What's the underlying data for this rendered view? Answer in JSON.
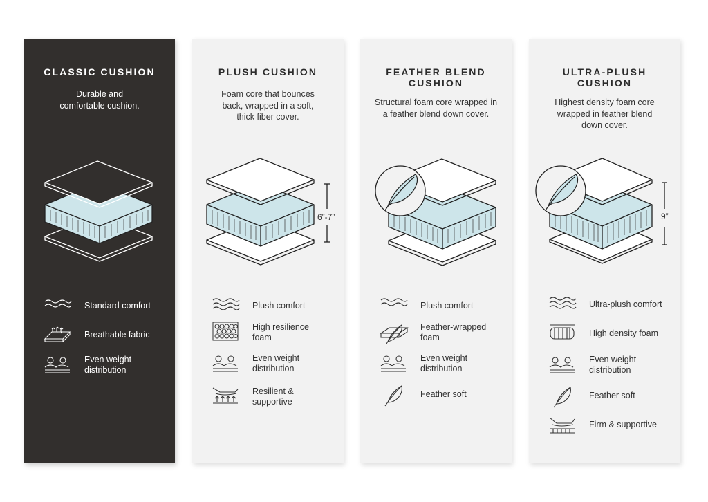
{
  "colors": {
    "dark_panel": "#322f2d",
    "light_panel": "#f2f2f2",
    "foam_fill": "#cde5ea",
    "line_dark": "#222222",
    "line_light": "#ffffff"
  },
  "cards": [
    {
      "title": "CLASSIC CUSHION",
      "description": "Durable and\ncomfortable cushion.",
      "features": [
        {
          "icon": "wave-icon",
          "label": "Standard comfort"
        },
        {
          "icon": "breathable-fabric-icon",
          "label": "Breathable fabric"
        },
        {
          "icon": "weight-distribution-icon",
          "label": "Even weight\ndistribution"
        }
      ]
    },
    {
      "title": "PLUSH CUSHION",
      "description": "Foam core that bounces\nback, wrapped in a soft,\nthick fiber cover.",
      "height_label": "6”-7”",
      "features": [
        {
          "icon": "wave-icon",
          "label": "Plush comfort"
        },
        {
          "icon": "foam-cells-icon",
          "label": "High resilience\nfoam"
        },
        {
          "icon": "weight-distribution-icon",
          "label": "Even weight\ndistribution"
        },
        {
          "icon": "support-arrows-icon",
          "label": "Resilient &\nsupportive"
        }
      ]
    },
    {
      "title": "FEATHER BLEND\nCUSHION",
      "description": "Structural foam core wrapped in\na feather blend down cover.",
      "badge_icon": "feather-badge-icon",
      "features": [
        {
          "icon": "wave-icon",
          "label": "Plush comfort"
        },
        {
          "icon": "feather-wrapped-icon",
          "label": "Feather-wrapped\nfoam"
        },
        {
          "icon": "weight-distribution-icon",
          "label": "Even weight\ndistribution"
        },
        {
          "icon": "feather-icon",
          "label": "Feather soft"
        }
      ]
    },
    {
      "title": "ULTRA-PLUSH\nCUSHION",
      "description": "Highest density foam core\nwrapped in feather blend\ndown cover.",
      "height_label": "9”",
      "badge_icon": "feather-badge-icon",
      "features": [
        {
          "icon": "wave-icon",
          "label": "Ultra-plush comfort"
        },
        {
          "icon": "high-density-foam-icon",
          "label": "High density foam"
        },
        {
          "icon": "weight-distribution-icon",
          "label": "Even weight\ndistribution"
        },
        {
          "icon": "feather-icon",
          "label": "Feather soft"
        },
        {
          "icon": "firm-support-icon",
          "label": "Firm & supportive"
        }
      ]
    }
  ]
}
